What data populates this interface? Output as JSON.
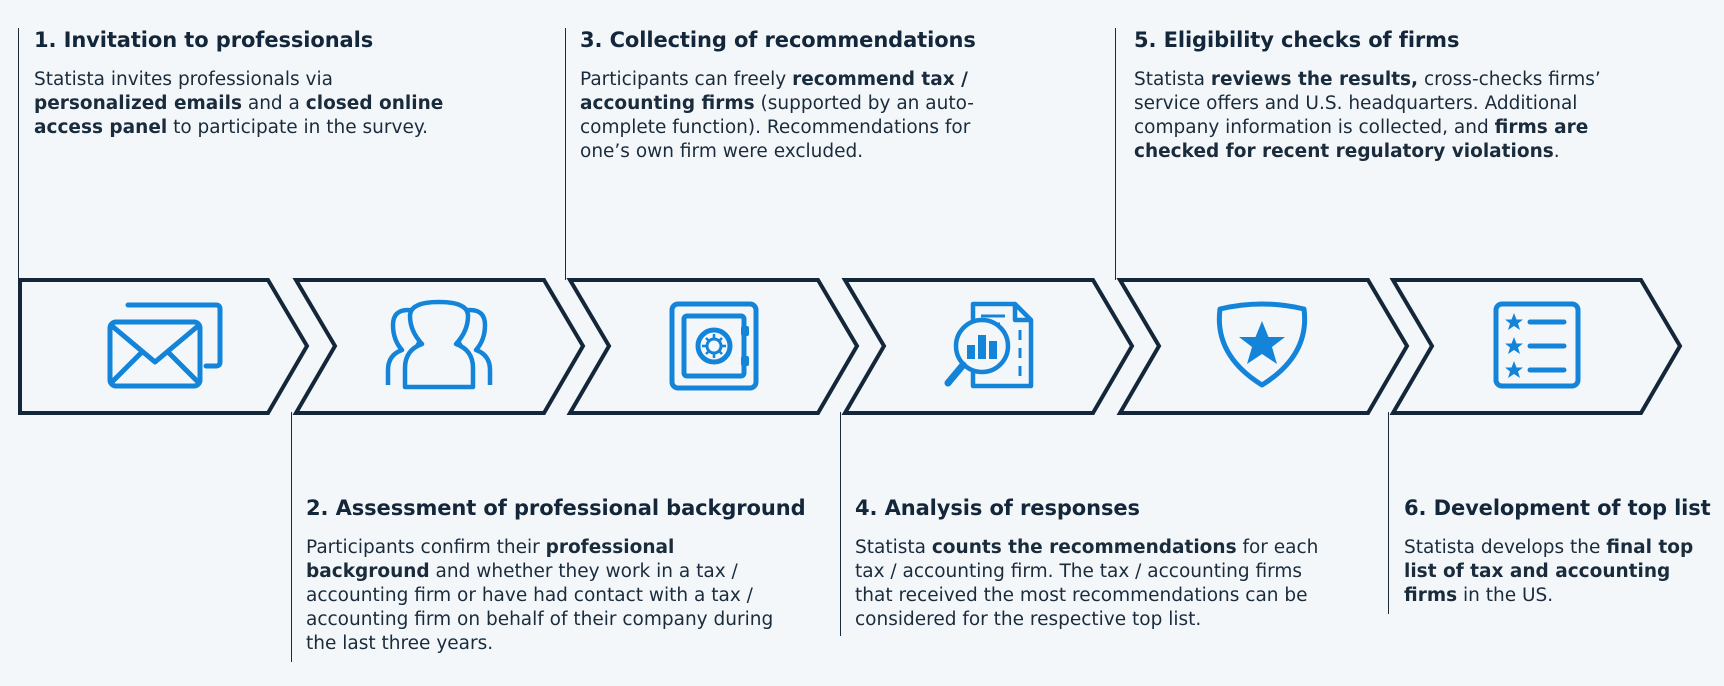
{
  "steps": [
    {
      "number": "1.",
      "title": "Invitation to professionals",
      "icon": "envelope-icon",
      "desc": [
        {
          "t": "Statista invites professionals via "
        },
        {
          "t": "personalized emails",
          "b": true
        },
        {
          "t": " and a "
        },
        {
          "t": "closed online access panel",
          "b": true
        },
        {
          "t": " to participate in the survey."
        }
      ]
    },
    {
      "number": "2.",
      "title": "Assessment of professional background",
      "icon": "people-group-icon",
      "desc": [
        {
          "t": "Participants confirm their "
        },
        {
          "t": "professional background",
          "b": true
        },
        {
          "t": " and whether they work in a tax / accounting firm or have had contact with a tax / accounting firm on behalf of their company during the last three years."
        }
      ]
    },
    {
      "number": "3.",
      "title": "Collecting of recommendations",
      "icon": "safe-icon",
      "desc": [
        {
          "t": "Participants can freely "
        },
        {
          "t": "recommend tax / accounting firms",
          "b": true
        },
        {
          "t": " (supported by an auto-complete function). Recommendations for one’s own firm were excluded."
        }
      ]
    },
    {
      "number": "4.",
      "title": "Analysis of responses",
      "icon": "document-magnifier-chart-icon",
      "desc": [
        {
          "t": "Statista "
        },
        {
          "t": "counts the recommendations",
          "b": true
        },
        {
          "t": " for each tax / accounting firm. The tax / accounting firms that received the most recommendations can be considered for the respective top list."
        }
      ]
    },
    {
      "number": "5.",
      "title": "Eligibility checks of firms",
      "icon": "shield-star-icon",
      "desc": [
        {
          "t": "Statista "
        },
        {
          "t": "reviews the results,",
          "b": true
        },
        {
          "t": " cross-checks firms’ service offers and U.S. headquarters. Additional company information is collected, and "
        },
        {
          "t": "firms are checked for recent regulatory violations",
          "b": true
        },
        {
          "t": "."
        }
      ]
    },
    {
      "number": "6.",
      "title": "Development of top list",
      "icon": "star-list-icon",
      "desc": [
        {
          "t": "Statista develops the "
        },
        {
          "t": "final top list of tax and accounting firms",
          "b": true
        },
        {
          "t": " in the US."
        }
      ]
    }
  ],
  "colors": {
    "background": "#f3f7fa",
    "chevron_stroke": "#13263a",
    "icon": "#1484d9",
    "text": "#1a2b3c"
  }
}
